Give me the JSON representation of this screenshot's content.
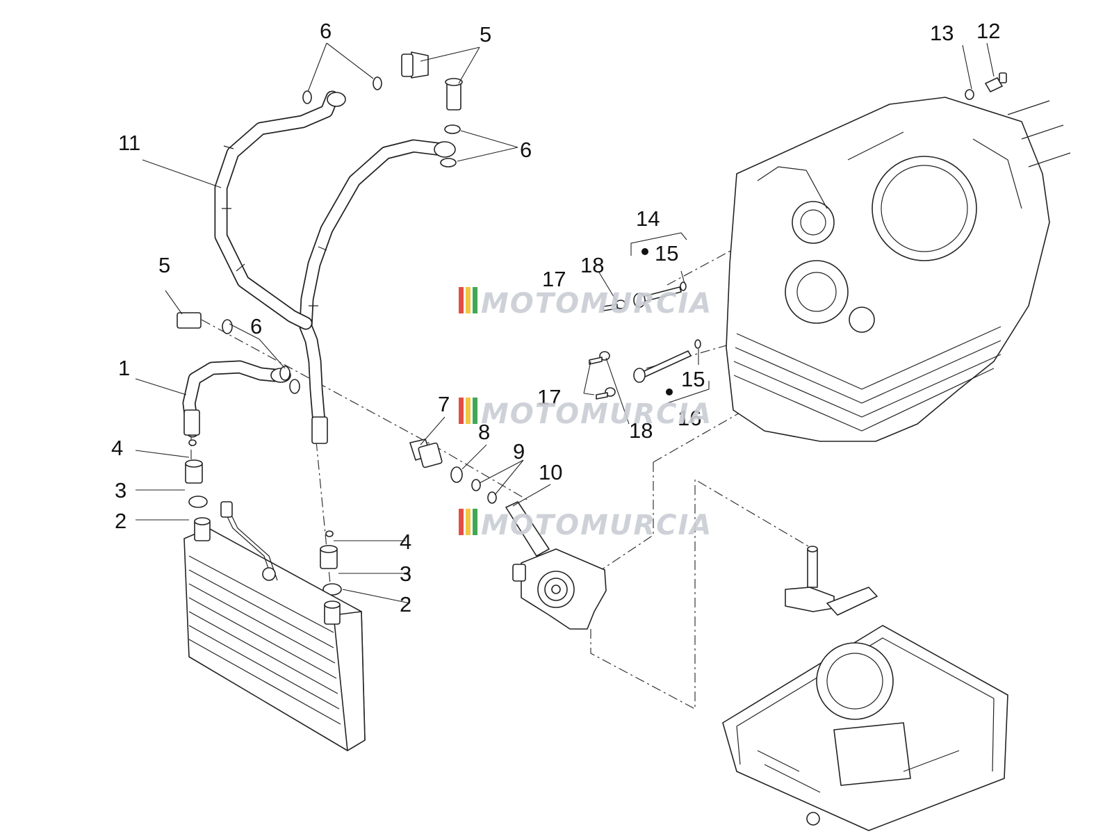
{
  "diagram": {
    "callouts": [
      {
        "id": "c1",
        "text": "1"
      },
      {
        "id": "c2a",
        "text": "2"
      },
      {
        "id": "c2b",
        "text": "2"
      },
      {
        "id": "c3a",
        "text": "3"
      },
      {
        "id": "c3b",
        "text": "3"
      },
      {
        "id": "c4a",
        "text": "4"
      },
      {
        "id": "c4b",
        "text": "4"
      },
      {
        "id": "c5a",
        "text": "5"
      },
      {
        "id": "c5b",
        "text": "5"
      },
      {
        "id": "c6a",
        "text": "6"
      },
      {
        "id": "c6b",
        "text": "6"
      },
      {
        "id": "c6c",
        "text": "6"
      },
      {
        "id": "c7",
        "text": "7"
      },
      {
        "id": "c8",
        "text": "8"
      },
      {
        "id": "c9",
        "text": "9"
      },
      {
        "id": "c10",
        "text": "10"
      },
      {
        "id": "c11",
        "text": "11"
      },
      {
        "id": "c12",
        "text": "12"
      },
      {
        "id": "c13",
        "text": "13"
      },
      {
        "id": "c14",
        "text": "14"
      },
      {
        "id": "c15a",
        "text": "15"
      },
      {
        "id": "c15b",
        "text": "15"
      },
      {
        "id": "c16",
        "text": "16"
      },
      {
        "id": "c17a",
        "text": "17"
      },
      {
        "id": "c17b",
        "text": "17"
      },
      {
        "id": "c18a",
        "text": "18"
      },
      {
        "id": "c18b",
        "text": "18"
      }
    ]
  },
  "watermark": {
    "text": "MOTOMURCIA",
    "stripe_colors": [
      "#e23b2e",
      "#f2c230",
      "#2f9e44"
    ],
    "icon": "motomurcia-logo"
  }
}
